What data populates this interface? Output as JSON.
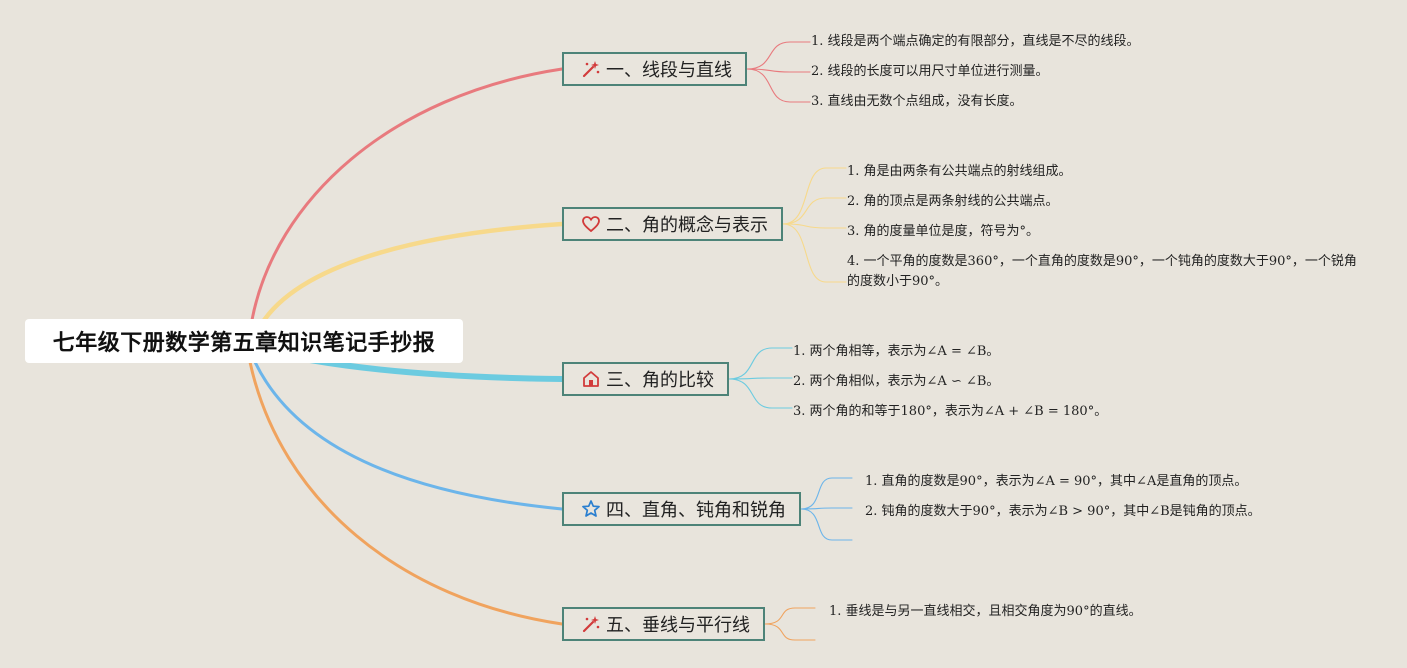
{
  "title": "七年级下册数学第五章知识笔记手抄报",
  "topics": [
    {
      "label": "一、线段与直线",
      "icon": "sparkle-wand-icon",
      "color": "#e87a7e",
      "notes": [
        "1. 线段是两个端点确定的有限部分，直线是不尽的线段。",
        "2. 线段的长度可以用尺寸单位进行测量。",
        "3. 直线由无数个点组成，没有长度。"
      ]
    },
    {
      "label": "二、角的概念与表示",
      "icon": "heart-icon",
      "color": "#f7d98b",
      "notes": [
        "1. 角是由两条有公共端点的射线组成。",
        "2. 角的顶点是两条射线的公共端点。",
        "3. 角的度量单位是度，符号为°。",
        "4. 一个平角的度数是360°，一个直角的度数是90°，一个钝角的度数大于90°，一个锐角的度数小于90°。"
      ]
    },
    {
      "label": "三、角的比较",
      "icon": "house-icon",
      "color": "#6ccbe0",
      "notes": [
        "1. 两个角相等，表示为∠A = ∠B。",
        "2. 两个角相似，表示为∠A ∽ ∠B。",
        "3. 两个角的和等于180°，表示为∠A + ∠B = 180°。"
      ]
    },
    {
      "label": "四、直角、钝角和锐角",
      "icon": "star-icon",
      "color": "#6cb5ea",
      "notes": [
        "1. 直角的度数是90°，表示为∠A = 90°，其中∠A是直角的顶点。",
        "2. 钝角的度数大于90°，表示为∠B > 90°，其中∠B是钝角的顶点。"
      ]
    },
    {
      "label": "五、垂线与平行线",
      "icon": "sparkle-wand-icon",
      "color": "#f0a35e",
      "notes": [
        "1. 垂线是与另一直线相交，且相交角度为90°的直线。"
      ]
    }
  ]
}
